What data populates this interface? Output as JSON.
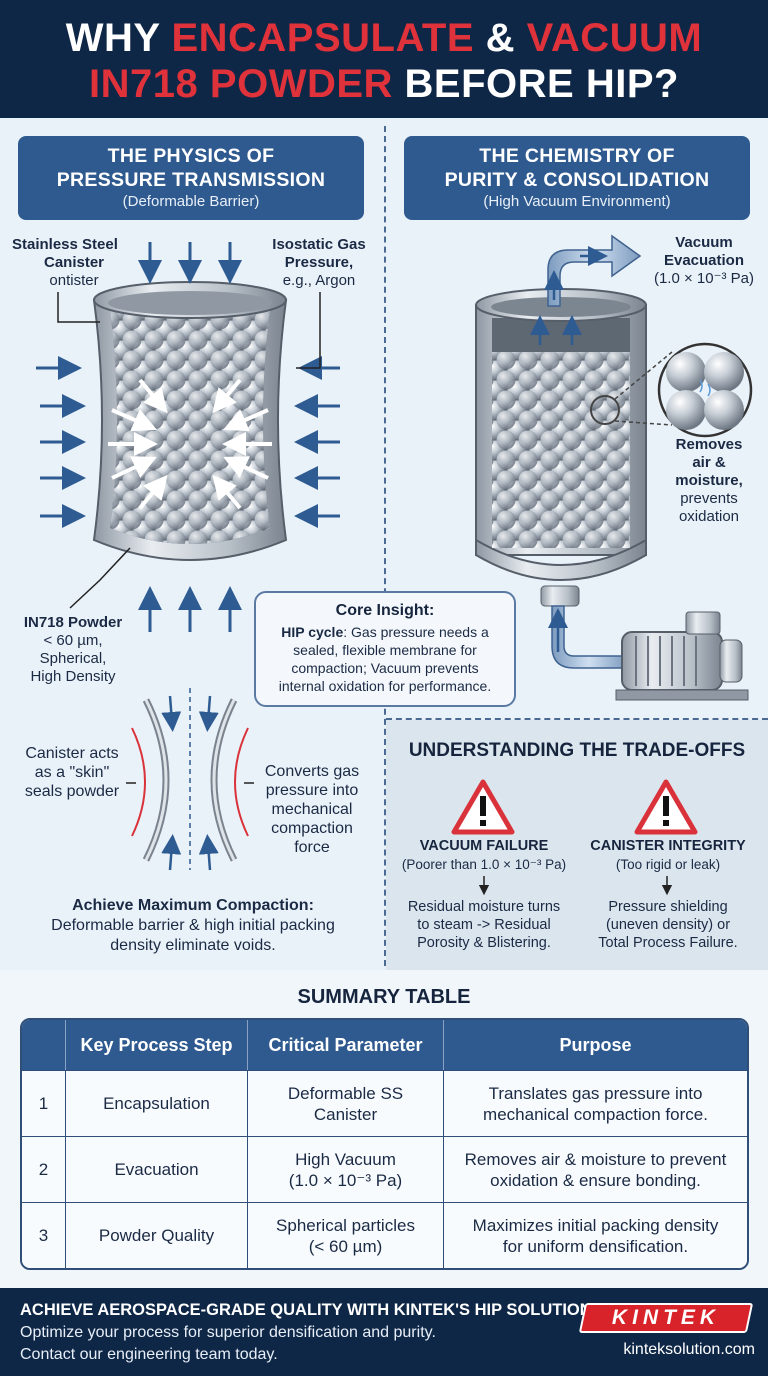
{
  "header": {
    "line1_a": "WHY ",
    "line1_b": "ENCAPSULATE",
    "line1_c": " & ",
    "line1_d": "VACUUM",
    "line2_a": "IN718 POWDER",
    "line2_b": " BEFORE HIP?"
  },
  "left": {
    "banner_title_1": "THE PHYSICS OF",
    "banner_title_2": "PRESSURE TRANSMISSION",
    "banner_sub": "(Deformable Barrier)",
    "canister_label_1": "Stainless Steel",
    "canister_label_2": "Canister",
    "canister_label_3": "ontister",
    "gas_label_1": "Isostatic Gas",
    "gas_label_2": "Pressure,",
    "gas_label_3": "e.g., Argon",
    "powder_label_1": "IN718 Powder",
    "powder_label_2": "< 60 µm,",
    "powder_label_3": "Spherical,",
    "powder_label_4": "High Density",
    "skin_label_1": "Canister acts",
    "skin_label_2": "as a \"skin\"",
    "skin_label_3": "seals powder",
    "converts_label_1": "Converts gas",
    "converts_label_2": "pressure into",
    "converts_label_3": "mechanical",
    "converts_label_4": "compaction",
    "converts_label_5": "force",
    "achieve_title": "Achieve Maximum Compaction:",
    "achieve_body_1": "Deformable barrier & high initial packing",
    "achieve_body_2": "density eliminate voids."
  },
  "core": {
    "title": "Core Insight:",
    "lead": "HIP cycle",
    "body_1": ": Gas pressure needs a",
    "body_2": "sealed, flexible membrane for",
    "body_3": "compaction; Vacuum prevents",
    "body_4": "internal oxidation for performance."
  },
  "right": {
    "banner_title_1": "THE CHEMISTRY OF",
    "banner_title_2": "PURITY & CONSOLIDATION",
    "banner_sub": "(High Vacuum Environment)",
    "vacuum_label_1": "Vacuum",
    "vacuum_label_2": "Evacuation",
    "vacuum_label_3": "(1.0 × 10⁻³ Pa)",
    "removes_label_1": "Removes",
    "removes_label_2": "air &",
    "removes_label_3": "moisture,",
    "removes_label_4": "prevents",
    "removes_label_5": "oxidation"
  },
  "tradeoffs": {
    "title": "UNDERSTANDING THE TRADE-OFFS",
    "vac_title": "VACUUM FAILURE",
    "vac_sub": "(Poorer than 1.0 × 10⁻³ Pa)",
    "vac_body_1": "Residual moisture turns",
    "vac_body_2": "to steam -> Residual",
    "vac_body_3": "Porosity & Blistering.",
    "can_title": "CANISTER INTEGRITY",
    "can_sub": "(Too rigid or leak)",
    "can_body_1": "Pressure shielding",
    "can_body_2": "(uneven density) or",
    "can_body_3": "Total Process Failure."
  },
  "summary": {
    "title": "SUMMARY TABLE",
    "headers": [
      "",
      "Key Process Step",
      "Critical Parameter",
      "Purpose"
    ],
    "rows": [
      {
        "num": "1",
        "step": "Encapsulation",
        "param_1": "Deformable SS",
        "param_2": "Canister",
        "purpose_1": "Translates gas pressure into",
        "purpose_2": "mechanical compaction force."
      },
      {
        "num": "2",
        "step": "Evacuation",
        "param_1": "High Vacuum",
        "param_2": "(1.0 × 10⁻³ Pa)",
        "purpose_1": "Removes air & moisture to prevent",
        "purpose_2": "oxidation & ensure bonding."
      },
      {
        "num": "3",
        "step": "Powder Quality",
        "param_1": "Spherical particles",
        "param_2": "(< 60 µm)",
        "purpose_1": "Maximizes initial packing density",
        "purpose_2": "for uniform densification."
      }
    ]
  },
  "footer": {
    "line1": "ACHIEVE AEROSPACE-GRADE QUALITY WITH KINTEK'S HIP SOLUTIONS.",
    "line2": "Optimize your process for superior densification and purity.",
    "line3": "Contact our engineering team today.",
    "logo": "KINTEK",
    "site": "kinteksolution.com"
  },
  "colors": {
    "navy": "#0f2747",
    "banner_blue": "#2f5a8f",
    "accent_red": "#e0323a",
    "arrow_blue": "#2e5b91",
    "panel_bg": "#eaf2f9"
  }
}
